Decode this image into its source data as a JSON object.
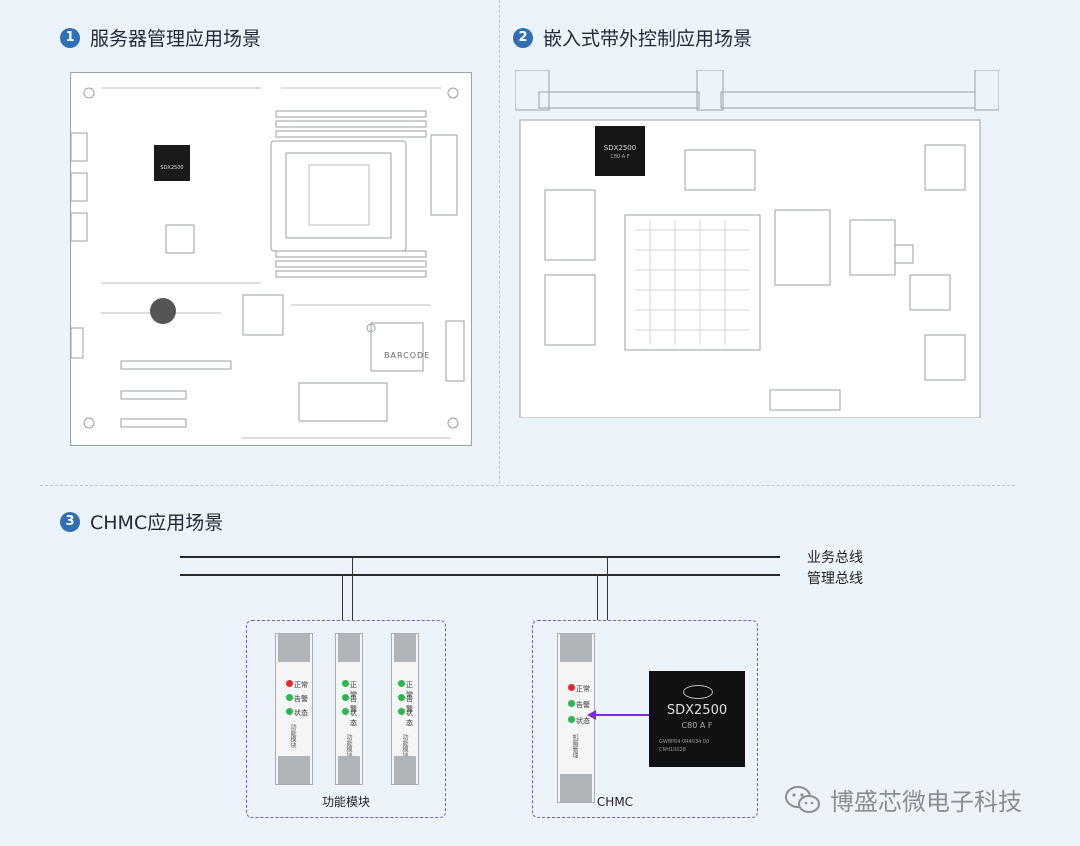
{
  "sections": {
    "s1": {
      "num": "1",
      "title": "服务器管理应用场景"
    },
    "s2": {
      "num": "2",
      "title": "嵌入式带外控制应用场景"
    },
    "s3": {
      "num": "3",
      "title": "CHMC应用场景"
    }
  },
  "board1": {
    "chip_label": "SDX2500",
    "barcode": "BARCODE"
  },
  "board2": {
    "chip_label": "SDX2500",
    "chip_sub": "C80 A F"
  },
  "bus": {
    "business": "业务总线",
    "management": "管理总线"
  },
  "modules": {
    "label": "功能模块",
    "cards": [
      {
        "leds": [
          "正常",
          "告警",
          "状态"
        ],
        "footer": "功能模块"
      },
      {
        "leds": [
          "正常",
          "告警",
          "状态"
        ],
        "footer": "功能模块"
      },
      {
        "leds": [
          "正常",
          "告警",
          "状态"
        ],
        "footer": "功能模块"
      }
    ]
  },
  "chmc": {
    "label": "CHMC",
    "card": {
      "leds": [
        "正常",
        "告警",
        "状态"
      ],
      "footer": "机箱管理"
    },
    "chip": {
      "name": "SDX2500",
      "sub": "C80 A F",
      "fine1": "GW8P04 0R4034.00",
      "fine2": "CNH10028"
    }
  },
  "colors": {
    "accent": "#2f6fb3",
    "group_border": "#6a63c9",
    "arrow": "#7b2fd0",
    "led_red": "#e02a2a",
    "led_green": "#2db64a"
  },
  "watermark": {
    "icon": "wechat-icon",
    "text": "博盛芯微电子科技"
  }
}
